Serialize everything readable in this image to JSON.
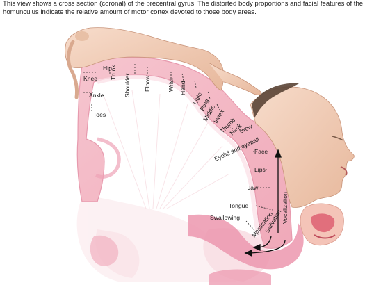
{
  "caption": "This view shows a cross section (coronal) of the precentral gyrus. The distorted body proportions and facial features of the homunculus indicate the relative amount of motor cortex devoted to those body areas.",
  "labels": {
    "hip": "Hip",
    "knee": "Knee",
    "trunk": "Trunk",
    "shoulder": "Shoulder",
    "elbow": "Elbow",
    "wrist": "Wrist",
    "hand": "Hand",
    "little": "Little",
    "ring": "Ring",
    "middle": "Middle",
    "index": "Index",
    "thumb": "Thumb",
    "neck": "Neck",
    "brow": "Brow",
    "eyelid": "Eyelid and eyeball",
    "face": "Face",
    "lips": "Lips",
    "jaw": "Jaw",
    "tongue": "Tongue",
    "swallowing": "Swallowing",
    "mastication": "Mastication",
    "salivation": "Salivation",
    "vocalization": "Vocalizaiton",
    "ankle": "Ankle",
    "toes": "Toes"
  },
  "colors": {
    "cortex_outer": "#f2b6c2",
    "cortex_inner": "#f9dde3",
    "white_matter": "#fbeef0",
    "skin": "#f3cdb5",
    "deep_pink": "#e98aa6"
  }
}
